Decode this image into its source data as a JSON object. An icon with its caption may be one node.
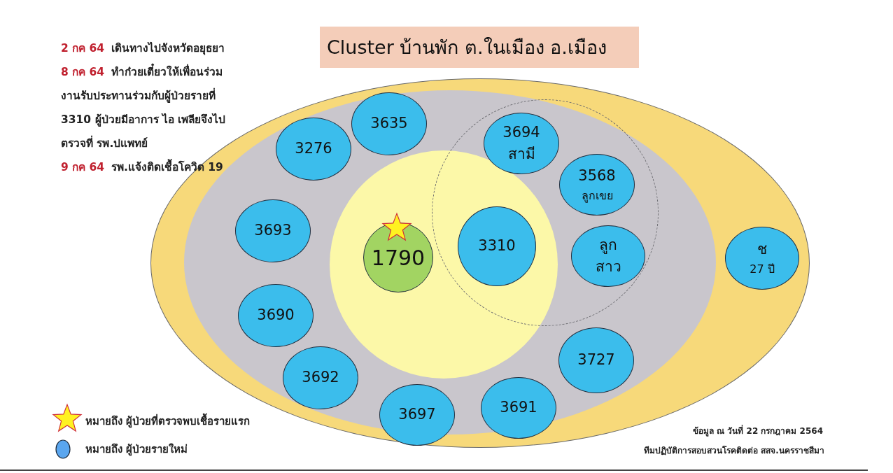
{
  "diagram": {
    "title": "Cluster บ้านพัก ต.ในเมือง อ.เมือง",
    "nodes": [
      {
        "text": [],
        "shape": "ellipse"
      },
      {
        "text": [],
        "shape": "ellipse",
        "in": 0
      },
      {
        "text": [],
        "shape": "circle",
        "in": 1
      },
      {
        "text": [],
        "shape": "circle",
        "in": 1
      },
      {
        "text": [
          "3635"
        ],
        "in": 1
      },
      {
        "text": [
          "3276"
        ],
        "in": 1
      },
      {
        "text": [
          "3694",
          "สามี"
        ],
        "in": 3
      },
      {
        "text": [
          "3568",
          "ลูกเขย"
        ],
        "in": 3
      },
      {
        "text": [
          "3693"
        ],
        "in": 1
      },
      {
        "text": [
          "1790"
        ],
        "in": 2
      },
      {
        "text": [
          "3310"
        ]
      },
      {
        "text": [
          "ลูกสาว"
        ],
        "in": 3
      },
      {
        "text": [
          "ช",
          "27 ปี"
        ],
        "in": 0
      },
      {
        "text": [
          "3690"
        ],
        "in": 1
      },
      {
        "text": [
          "3727"
        ],
        "in": 1
      },
      {
        "text": [
          "3692"
        ],
        "in": 1
      },
      {
        "text": [
          "3697"
        ],
        "in": 1
      },
      {
        "text": [
          "3691"
        ],
        "in": 1
      }
    ],
    "labels": [
      "2 กค 64",
      "เดินทางไปจังหวัดอยุธยา",
      "8 กค 64",
      "ทำก๋วยเตี๋ยวให้เพื่อนร่วมงานรับประทานร่วมกับผู้ป่วยรายที่ 3310 ผู้ป่วยมีอาการ ไอ เพลียจึงไปตรวจที่ รพ.ปแพทย์",
      "9 กค 64",
      "รพ.แจ้งติดเชื้อโควิด 19",
      "ข้อมูล ณ วันที่ 22 กรกฎาคม 2564",
      "ทีมปฏิบัติการสอบสวนโรคติดต่อ สสจ.นครราชสีมา"
    ],
    "legend": [
      {
        "text": "หมายถึง ผู้ป่วยที่ตรวจพบเชื้อรายแรก"
      },
      {
        "text": "หมายถึง ผู้ป่วยรายใหม่"
      }
    ]
  }
}
